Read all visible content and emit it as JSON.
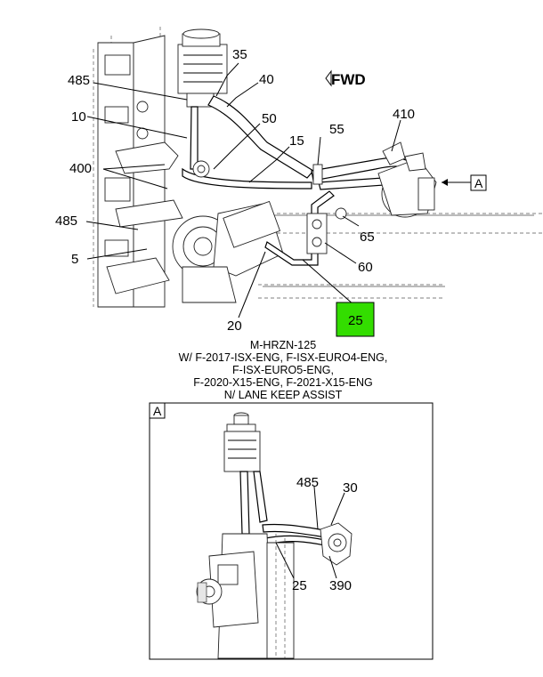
{
  "fwd_label": "FWD",
  "callouts": {
    "c35": "35",
    "c40": "40",
    "c485a": "485",
    "c10": "10",
    "c50": "50",
    "c15": "15",
    "c55": "55",
    "c410": "410",
    "c400": "400",
    "c485b": "485",
    "c5": "5",
    "c65": "65",
    "c60": "60",
    "c20": "20",
    "c25": "25"
  },
  "view_marker": "A",
  "detail_view": {
    "label": "A",
    "callouts": {
      "c485": "485",
      "c30": "30",
      "c25": "25",
      "c390": "390"
    }
  },
  "highlight": {
    "label": "25",
    "color": "#33dd00"
  },
  "caption_lines": [
    "M-HRZN-125",
    "W/ F-2017-ISX-ENG, F-ISX-EURO4-ENG,",
    "F-ISX-EURO5-ENG,",
    "F-2020-X15-ENG, F-2021-X15-ENG",
    "N/ LANE KEEP ASSIST"
  ]
}
